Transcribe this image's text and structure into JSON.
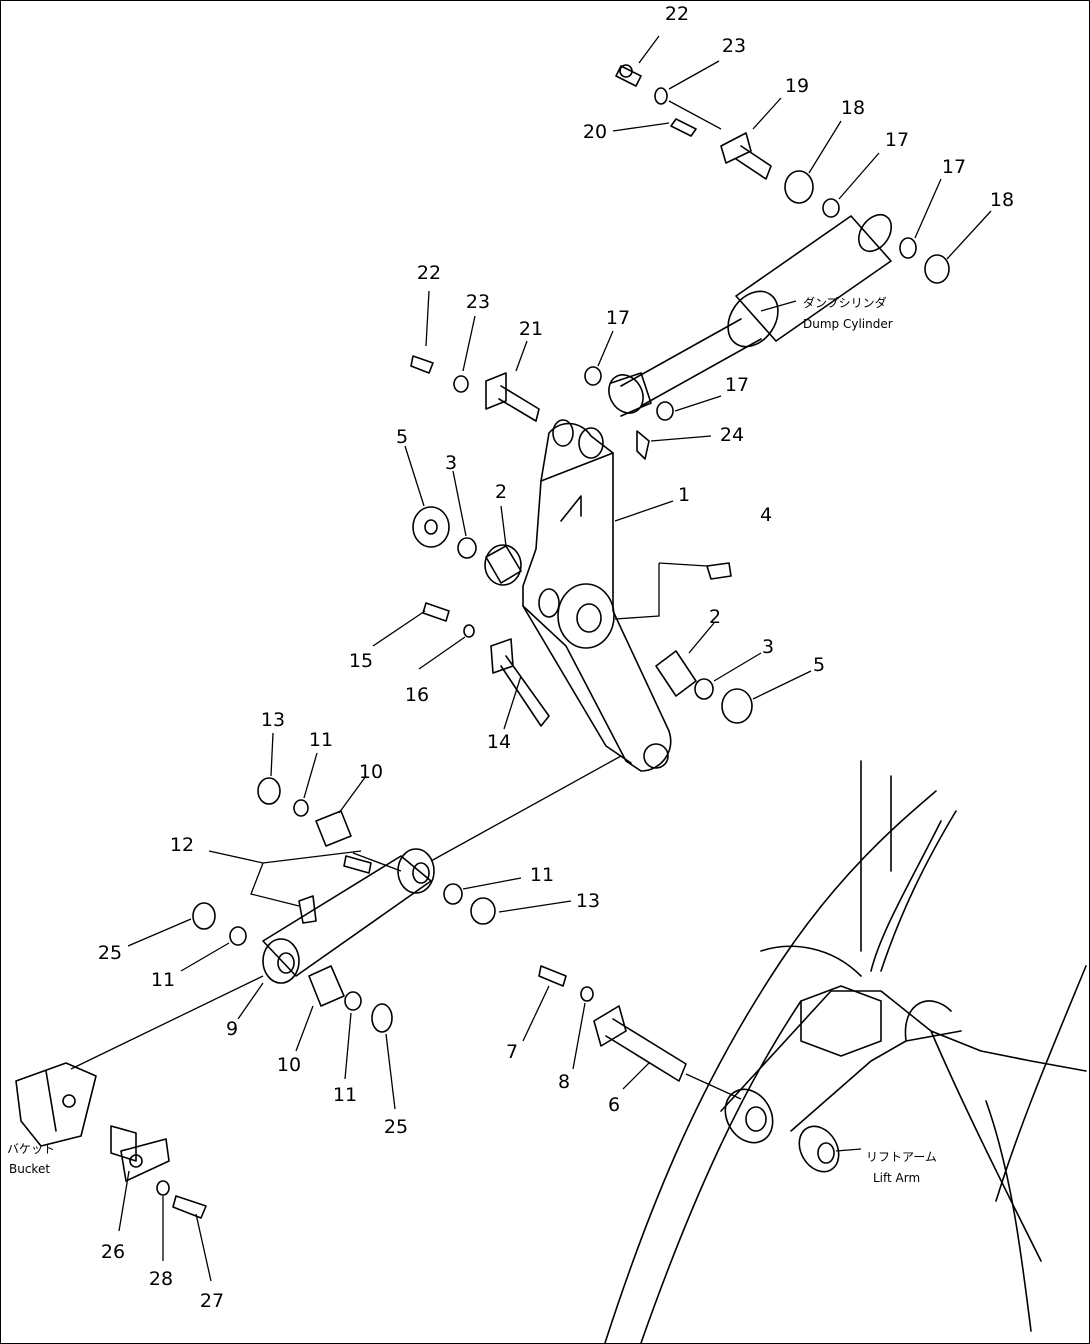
{
  "callouts": [
    "1",
    "2",
    "2",
    "3",
    "3",
    "4",
    "5",
    "5",
    "6",
    "7",
    "8",
    "9",
    "10",
    "10",
    "11",
    "11",
    "11",
    "11",
    "12",
    "13",
    "13",
    "14",
    "15",
    "16",
    "17",
    "17",
    "17",
    "17",
    "18",
    "18",
    "19",
    "20",
    "21",
    "22",
    "22",
    "23",
    "23",
    "24",
    "25",
    "25",
    "26",
    "27",
    "28"
  ],
  "captions": {
    "dump_cylinder_jp": "ダンプシリンダ",
    "dump_cylinder_en": "Dump Cylinder",
    "bucket_jp": "バケット",
    "bucket_en": "Bucket",
    "lift_arm_jp": "リフトアーム",
    "lift_arm_en": "Lift Arm"
  }
}
